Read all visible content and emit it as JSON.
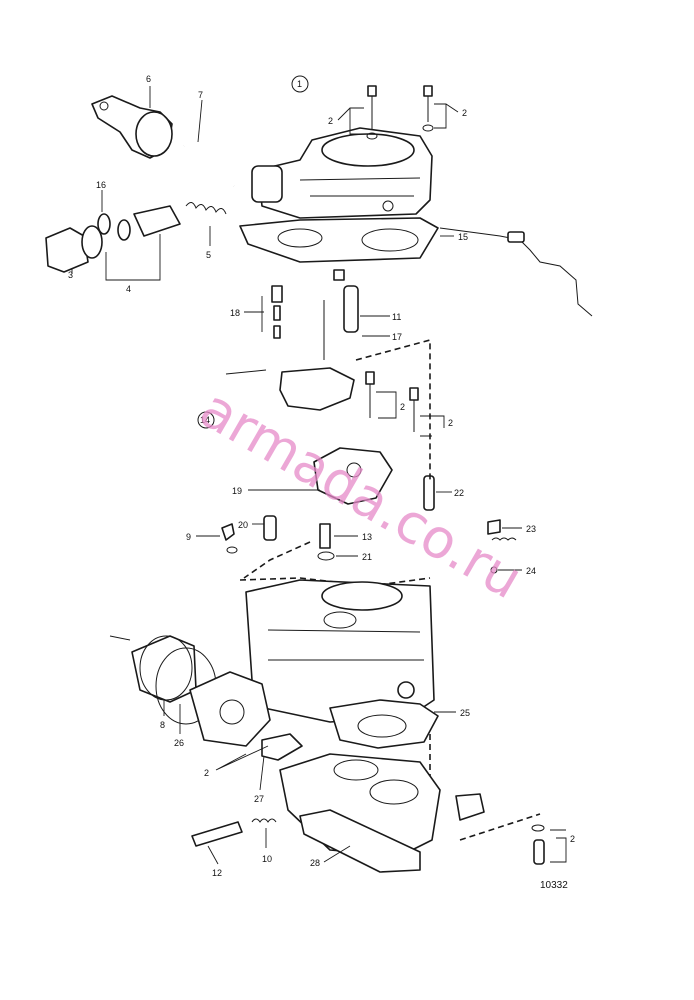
{
  "figure_number": "10332",
  "group_markers": [
    "1",
    "14"
  ],
  "watermark": "armada.co.ru",
  "callouts": {
    "c1": "6",
    "c2": "7",
    "c3": "2",
    "c4": "2",
    "c5": "16",
    "c6": "3",
    "c7": "4",
    "c8": "5",
    "c9": "15",
    "c10": "18",
    "c11": "11",
    "c12": "17",
    "c13": "2",
    "c14": "2",
    "c15": "19",
    "c16": "22",
    "c17": "20",
    "c18": "9",
    "c19": "13",
    "c20": "21",
    "c21": "23",
    "c22": "24",
    "c23": "25",
    "c24": "8",
    "c25": "26",
    "c26": "2",
    "c27": "27",
    "c28": "10",
    "c29": "12",
    "c30": "28",
    "c31": "2"
  },
  "colors": {
    "line": "#1a1a1a",
    "watermark": "#e58ac8",
    "background": "#ffffff"
  }
}
